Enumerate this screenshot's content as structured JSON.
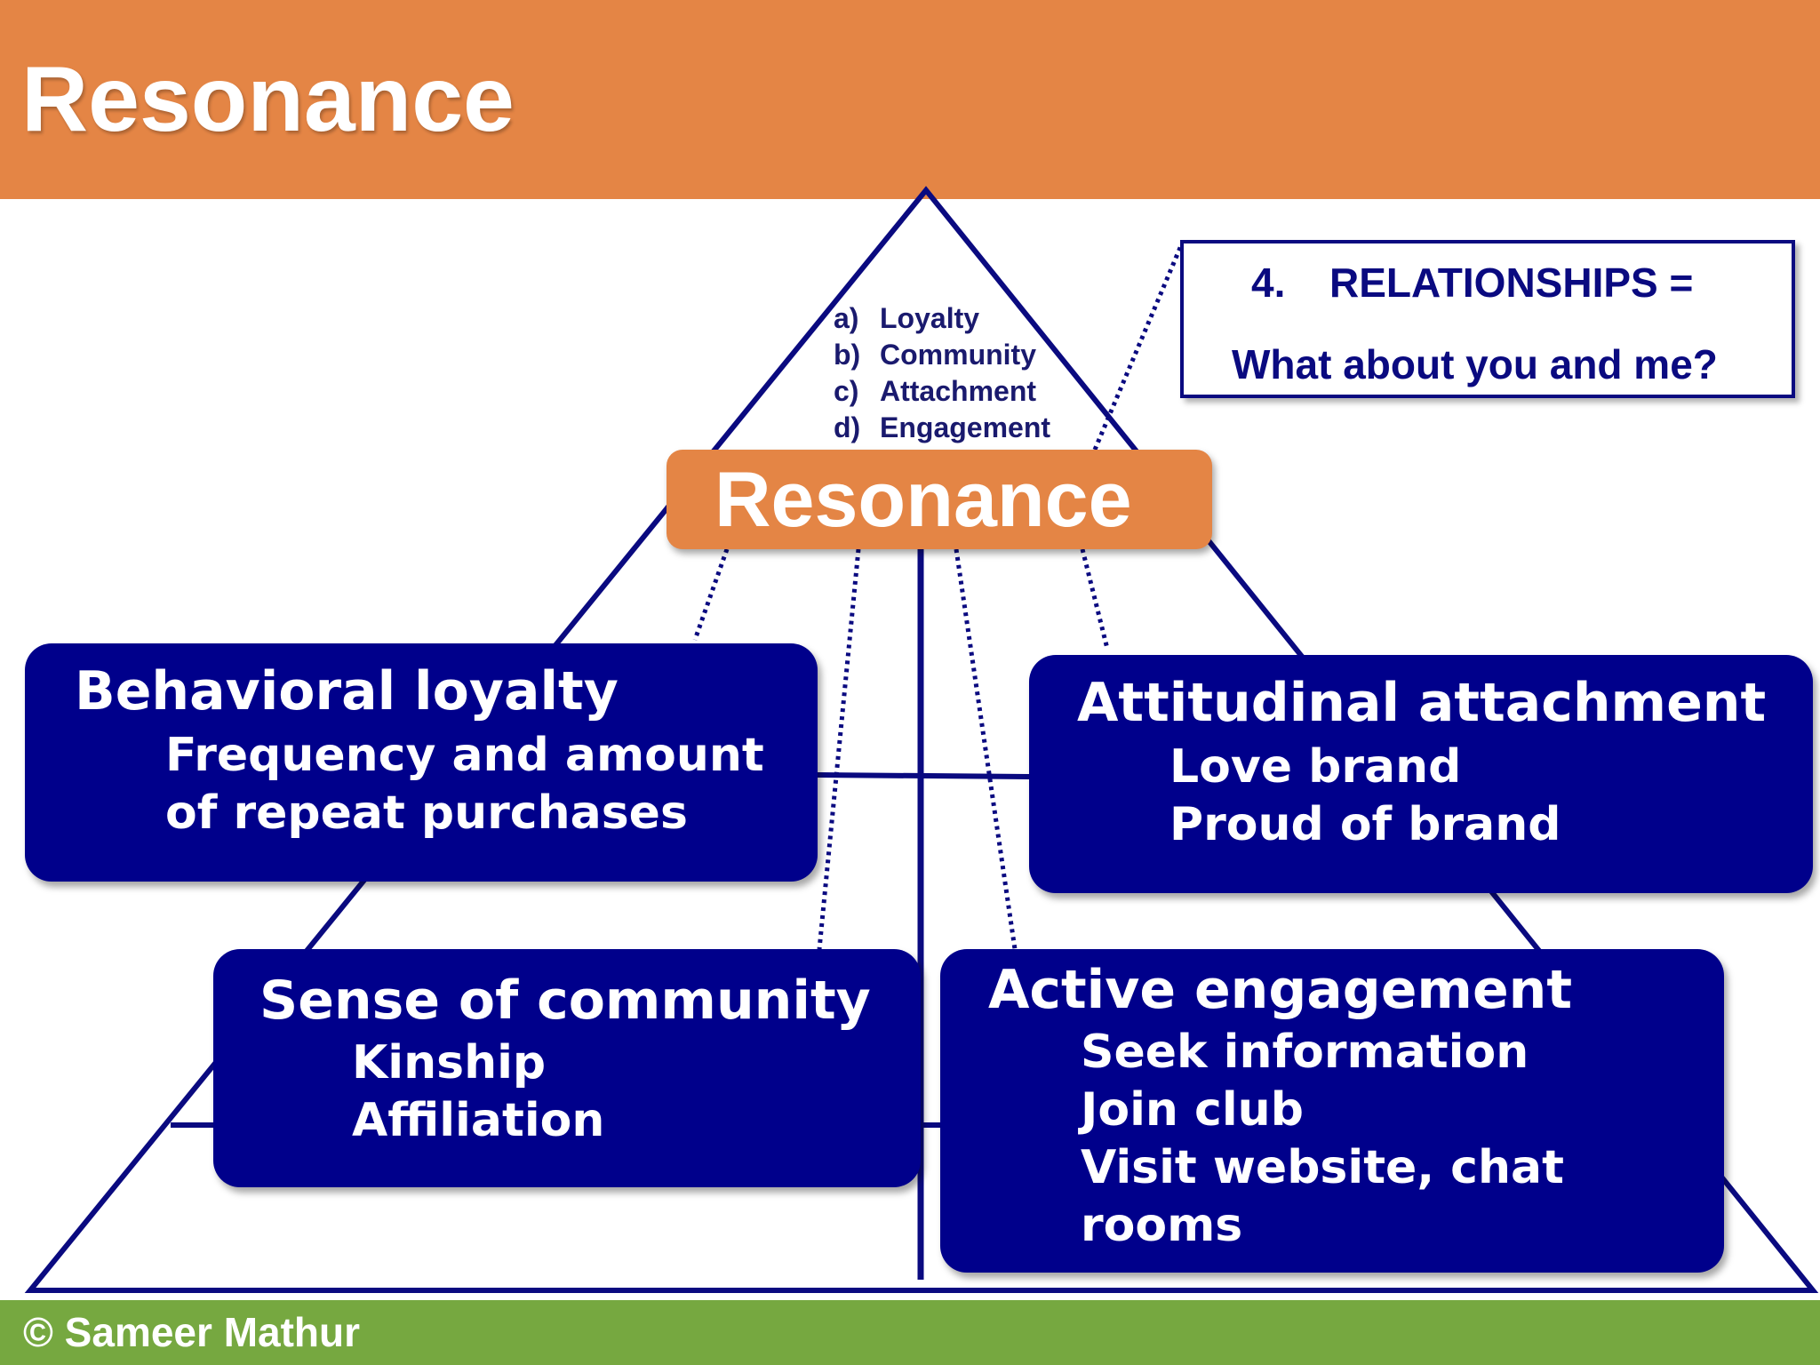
{
  "header": {
    "title": "Resonance"
  },
  "footer": {
    "text": "© Sameer Mathur"
  },
  "peak_list": {
    "items": [
      {
        "letter": "a)",
        "label": "Loyalty"
      },
      {
        "letter": "b)",
        "label": "Community"
      },
      {
        "letter": "c)",
        "label": "Attachment"
      },
      {
        "letter": "d)",
        "label": "Engagement"
      }
    ]
  },
  "relationships": {
    "number": "4.",
    "label": "RELATIONSHIPS  =",
    "question": "What about you and me?"
  },
  "center": {
    "title": "Resonance"
  },
  "boxes": {
    "behavioral": {
      "title": "Behavioral loyalty",
      "lines": [
        "Frequency and amount",
        "of repeat purchases"
      ]
    },
    "attitudinal": {
      "title": "Attitudinal attachment",
      "lines": [
        "Love brand",
        "Proud of brand"
      ]
    },
    "community": {
      "title": "Sense of community",
      "lines": [
        "Kinship",
        "Affiliation"
      ]
    },
    "engagement": {
      "title": "Active engagement",
      "lines": [
        "Seek information",
        "Join club",
        "Visit website, chat",
        "rooms"
      ]
    }
  },
  "colors": {
    "header": "#E48545",
    "footer": "#76A840",
    "navy": "#00008B",
    "line": "#0a0a80"
  }
}
